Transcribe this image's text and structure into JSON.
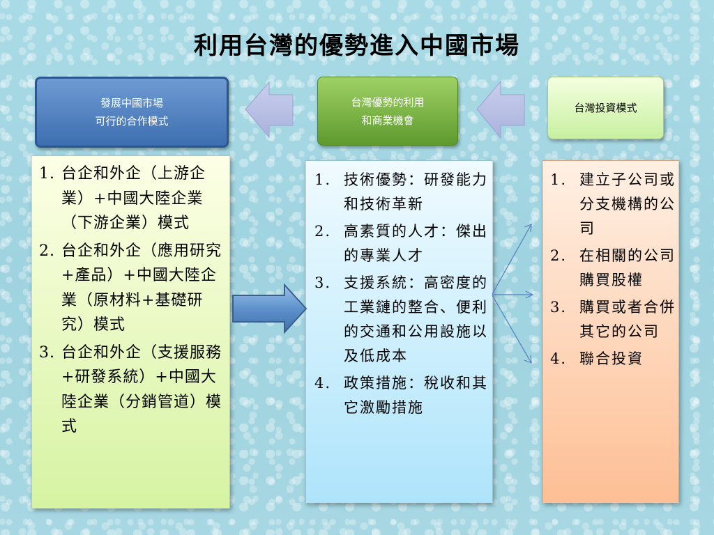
{
  "title": "利用台灣的優勢進入中國市場",
  "headers": {
    "left": {
      "line1": "發展中國市場",
      "line2": "可行的合作模式"
    },
    "middle": {
      "line1": "台灣優勢的利用",
      "line2": "和商業機會"
    },
    "right": {
      "line1": "台灣投資模式"
    }
  },
  "left_list": [
    {
      "num": "1.",
      "text": "台企和外企（上游企業）+中國大陸企業（下游企業）模式"
    },
    {
      "num": "2.",
      "text": "台企和外企（應用研究+產品）+中國大陸企業（原材料+基礎研究）模式"
    },
    {
      "num": "3.",
      "text": "台企和外企（支援服務+研發系統）+中國大陸企業（分銷管道）模式"
    }
  ],
  "middle_list": [
    {
      "num": "1.",
      "text": "技術優勢：研發能力和技術革新"
    },
    {
      "num": "2.",
      "text": "高素質的人才：傑出的專業人才"
    },
    {
      "num": "3.",
      "text": "支援系統：高密度的工業鏈的整合、便利的交通和公用設施以及低成本"
    },
    {
      "num": "4.",
      "text": "政策措施：稅收和其它激勵措施"
    }
  ],
  "right_list": [
    {
      "num": "1.",
      "text": "建立子公司或分支機構的公司"
    },
    {
      "num": "2.",
      "text": "在相關的公司購買股權"
    },
    {
      "num": "3.",
      "text": "購買或者合併其它的公司"
    },
    {
      "num": "4.",
      "text": "聯合投資"
    }
  ],
  "colors": {
    "header_left": "#4a7abf",
    "header_middle": "#74b043",
    "header_right": "#dcf7b8",
    "panel_left": "#e8f8c0",
    "panel_middle": "#c8eefc",
    "panel_right": "#fdd3b4",
    "arrow_lavender": "#b8c0e4",
    "arrow_blue": "#5b8fc8"
  }
}
